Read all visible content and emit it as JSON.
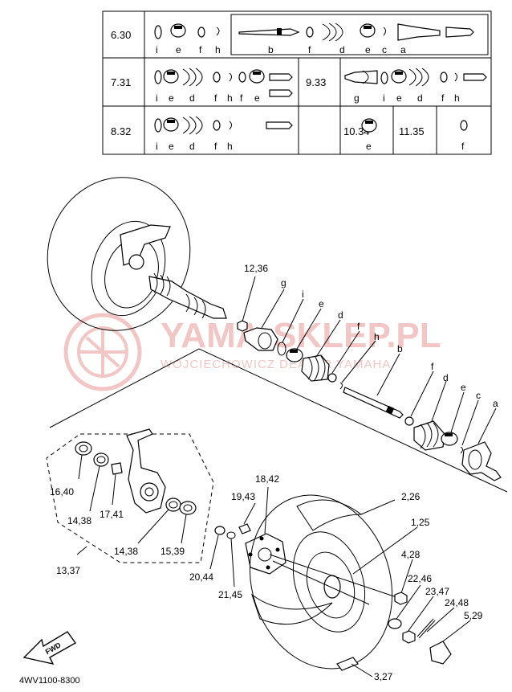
{
  "table": {
    "rows": [
      {
        "model": "6.30",
        "letters": [
          "i",
          "e",
          "f",
          "h",
          "b",
          "f",
          "d",
          "e",
          "c",
          "a"
        ]
      },
      {
        "model": "7.31",
        "letters": [
          "i",
          "e",
          "d",
          "f",
          "h",
          "f",
          "e"
        ],
        "model2": "9.33",
        "letters2": [
          "g",
          "i",
          "e",
          "d",
          "f",
          "h"
        ]
      },
      {
        "model": "8.32",
        "letters": [
          "i",
          "e",
          "d",
          "f",
          "h"
        ],
        "model2": "10.34",
        "letters2": [
          "e"
        ],
        "model3": "11.35",
        "letters3": [
          "f"
        ]
      }
    ]
  },
  "callouts": {
    "c12_36": "12,36",
    "g": "g",
    "i": "i",
    "e1": "e",
    "d1": "d",
    "f1": "f",
    "h": "h",
    "b": "b",
    "f2": "f",
    "d2": "d",
    "e2": "e",
    "c": "c",
    "a": "a",
    "c16_40": "16,40",
    "c14_38a": "14,38",
    "c17_41": "17,41",
    "c13_37": "13,37",
    "c14_38b": "14,38",
    "c15_39": "15,39",
    "c20_44": "20,44",
    "c21_45": "21,45",
    "c18_42": "18,42",
    "c19_43": "19,43",
    "c2_26": "2,26",
    "c1_25": "1,25",
    "c4_28": "4,28",
    "c22_46": "22,46",
    "c23_47": "23,47",
    "c24_48": "24,48",
    "c5_29": "5,29",
    "c3_27": "3,27"
  },
  "watermark": {
    "brand": "YAMA-SKLEP.PL",
    "subtitle": "WOJCIECHOWICZ DEALER YAMAHA",
    "color": "#f3c6c6"
  },
  "fwd_label": "FWD",
  "drawing_code": "4WV1100-8300"
}
